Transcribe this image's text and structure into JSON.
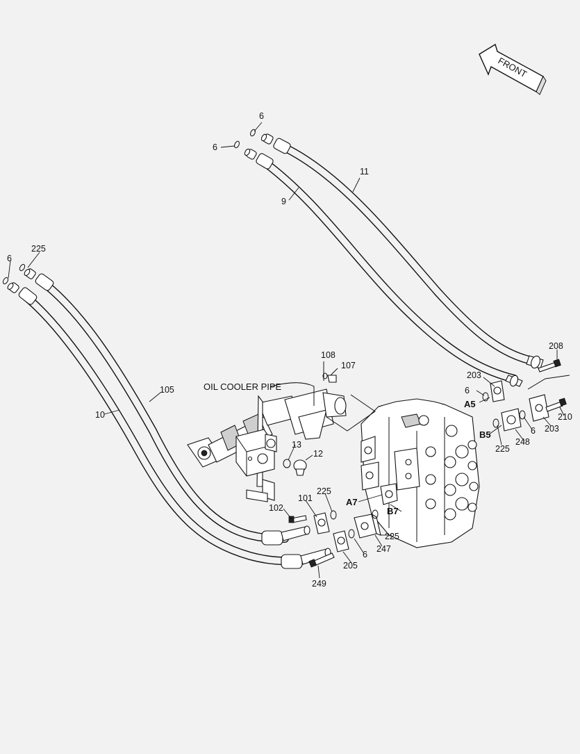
{
  "diagram": {
    "front_label": "FRONT",
    "note_oil_cooler": "OIL COOLER PIPE",
    "callouts": [
      {
        "id": "c6a",
        "text": "6"
      },
      {
        "id": "c6b",
        "text": "6"
      },
      {
        "id": "c11",
        "text": "11"
      },
      {
        "id": "c9",
        "text": "9"
      },
      {
        "id": "c225a",
        "text": "225"
      },
      {
        "id": "c6c",
        "text": "6"
      },
      {
        "id": "c105",
        "text": "105"
      },
      {
        "id": "c10",
        "text": "10"
      },
      {
        "id": "c108",
        "text": "108"
      },
      {
        "id": "c107",
        "text": "107"
      },
      {
        "id": "c13",
        "text": "13"
      },
      {
        "id": "c12",
        "text": "12"
      },
      {
        "id": "c208",
        "text": "208"
      },
      {
        "id": "c203a",
        "text": "203"
      },
      {
        "id": "c6d",
        "text": "6"
      },
      {
        "id": "cA5",
        "text": "A5"
      },
      {
        "id": "c210",
        "text": "210"
      },
      {
        "id": "c6e",
        "text": "6"
      },
      {
        "id": "c203b",
        "text": "203"
      },
      {
        "id": "cB5",
        "text": "B5"
      },
      {
        "id": "c248",
        "text": "248"
      },
      {
        "id": "c225b",
        "text": "225"
      },
      {
        "id": "c225c",
        "text": "225"
      },
      {
        "id": "c101",
        "text": "101"
      },
      {
        "id": "c102",
        "text": "102"
      },
      {
        "id": "cA7",
        "text": "A7"
      },
      {
        "id": "cB7",
        "text": "B7"
      },
      {
        "id": "c225d",
        "text": "225"
      },
      {
        "id": "c6f",
        "text": "6"
      },
      {
        "id": "c247",
        "text": "247"
      },
      {
        "id": "c205",
        "text": "205"
      },
      {
        "id": "c249",
        "text": "249"
      }
    ]
  }
}
